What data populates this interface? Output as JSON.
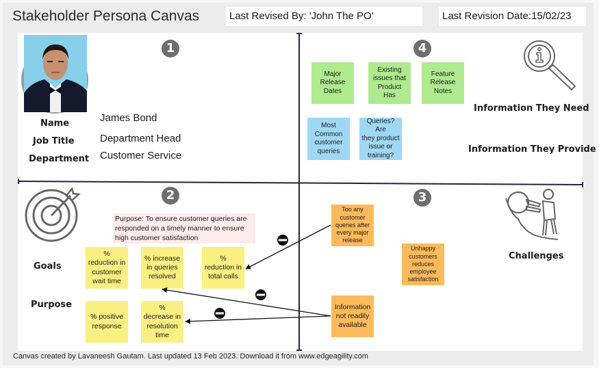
{
  "header": {
    "title": "Stakeholder Persona Canvas",
    "last_revised_by": "Last Revised By: 'John The PO'",
    "last_revision_date": "Last Revision Date:15/02/23"
  },
  "footer": {
    "text": "Canvas created by Lavaneesh Gautam. Last updated 13 Feb 2023. Download it from www.edgeagility.com"
  },
  "colors": {
    "axis": "#2a2140",
    "green_note": "#aeea8e",
    "blue_note": "#9fd8f5",
    "yellow_note": "#fbef82",
    "orange_note": "#fdba5c",
    "pink_note": "#fdeceb",
    "badge": "#6e6e6e"
  },
  "quadrants": {
    "q1": {
      "badge": "1",
      "photo_icon": "portrait-photo",
      "fields": [
        {
          "label": "Name",
          "value": "James Bond"
        },
        {
          "label": "Job Title",
          "value": "Department Head"
        },
        {
          "label": "Department",
          "value": "Customer Service"
        }
      ]
    },
    "q2": {
      "badge": "2",
      "icon": "target-icon",
      "purpose_note": "Purpose: To ensure customer queries are responded on a timely manner to ensure high customer satisfaction",
      "labels": {
        "goals": "Goals",
        "purpose": "Purpose"
      },
      "goal_notes": [
        "%\nreduction in\ncustomer\nwait time",
        "% increase\nin queries\nresolved",
        "%\nreduction in\ntotal calls"
      ],
      "purpose_notes": [
        "% positive\nresponse",
        "%\ndecrease in\nresolution\ntime"
      ]
    },
    "q3": {
      "badge": "3",
      "icon": "pushing-boulder-icon",
      "label": "Challenges",
      "notes": [
        "Too any\ncustomer\nqueries after\nevery major\nrelease",
        "Unhappy\ncustomers\nreduces\nemployee\nsatisfaction",
        "Information\nnot readily\navailable"
      ]
    },
    "q4": {
      "badge": "4",
      "icon": "info-magnifier-icon",
      "labels": {
        "need": "Information They Need",
        "provide": "Information They Provide"
      },
      "need_notes": [
        "Major\nRelease\nDates",
        "Existing\nissues that\nProduct\nHas",
        "Feature\nRelease\nNotes"
      ],
      "provide_notes": [
        "Most\nCommon\ncustomer\nqueries",
        "Queries? Are\nthey product\nissue or\ntraining?"
      ]
    }
  },
  "connectors": [
    {
      "from": "q3.notes.0",
      "to": "q2.goal_notes.2",
      "type": "negative"
    },
    {
      "from": "q3.notes.2",
      "to": "q2.goal_notes.1",
      "type": "negative"
    },
    {
      "from": "q3.notes.2",
      "to": "q2.purpose_notes.1",
      "type": "negative"
    }
  ]
}
